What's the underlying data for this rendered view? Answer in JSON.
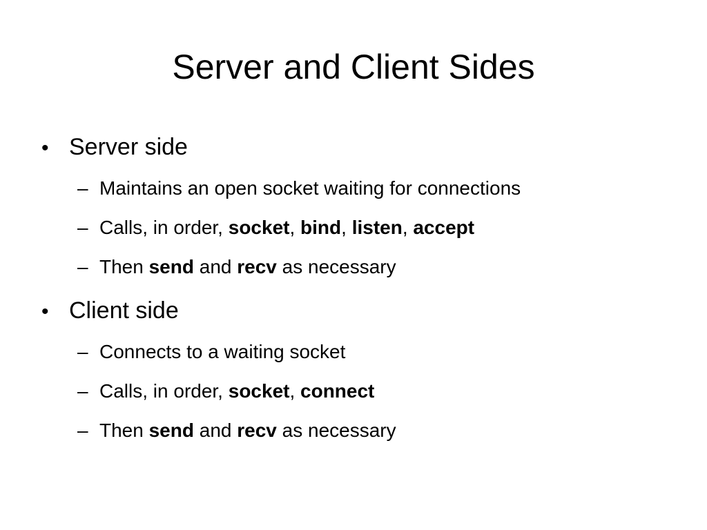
{
  "slide": {
    "title": "Server and Client Sides",
    "bullet_mark": "•",
    "dash_mark": "–",
    "server": {
      "heading": "Server side",
      "item1": "Maintains an open socket waiting for connections",
      "item2": {
        "prefix": "Calls, in order, ",
        "kw1": "socket",
        "sep1": ", ",
        "kw2": "bind",
        "sep2": ", ",
        "kw3": "listen",
        "sep3": ", ",
        "kw4": "accept"
      },
      "item3": {
        "prefix": "Then ",
        "kw1": "send",
        "mid": " and ",
        "kw2": "recv",
        "suffix": " as necessary"
      }
    },
    "client": {
      "heading": "Client side",
      "item1": "Connects to a waiting socket",
      "item2": {
        "prefix": "Calls, in order, ",
        "kw1": "socket",
        "sep1": ", ",
        "kw2": "connect"
      },
      "item3": {
        "prefix": "Then ",
        "kw1": "send",
        "mid": " and ",
        "kw2": "recv",
        "suffix": " as necessary"
      }
    }
  }
}
